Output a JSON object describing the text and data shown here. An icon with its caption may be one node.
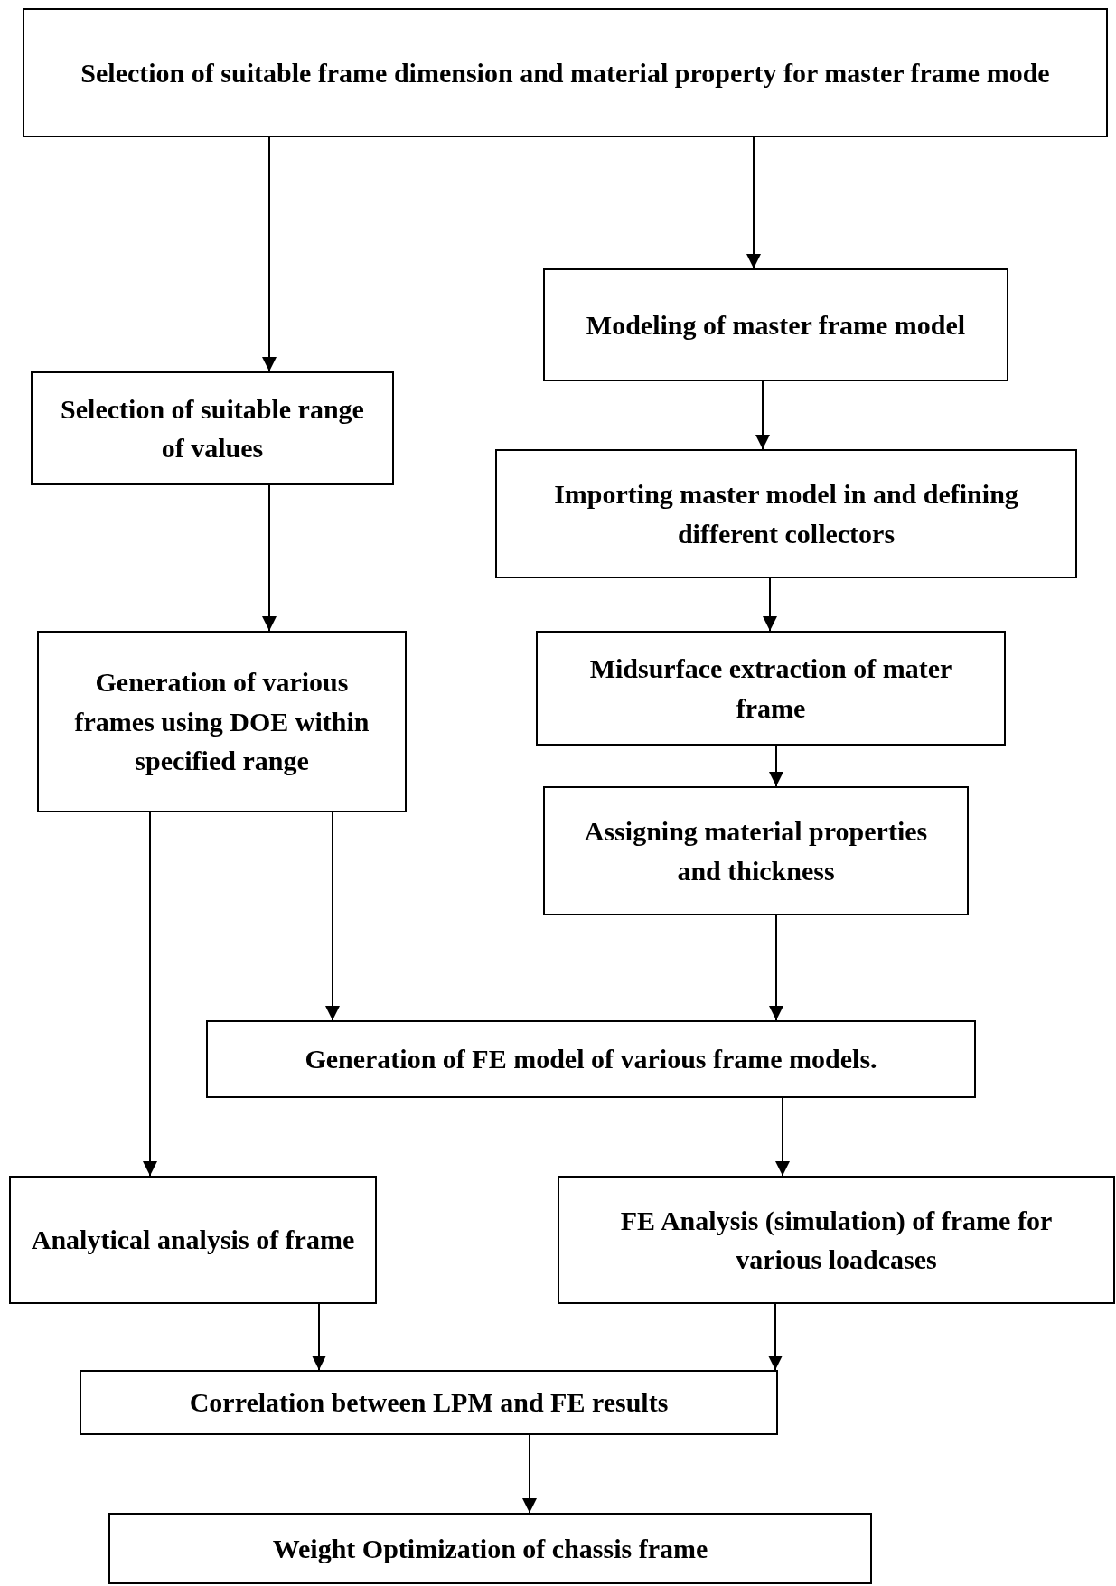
{
  "diagram": {
    "nodes": [
      {
        "text": [
          "Selection of suitable frame dimension and material property for master frame mode"
        ]
      },
      {
        "text": [
          "Modeling of master frame model"
        ]
      },
      {
        "text": [
          "Selection of suitable range of values"
        ]
      },
      {
        "text": [
          "Importing master model in and defining different collectors"
        ]
      },
      {
        "text": [
          "Generation of various frames using DOE within specified range"
        ]
      },
      {
        "text": [
          "Midsurface extraction of mater frame"
        ]
      },
      {
        "text": [
          "Assigning material properties and thickness"
        ]
      },
      {
        "text": [
          "Generation of FE model of various frame models."
        ]
      },
      {
        "text": [
          "Analytical analysis of frame"
        ]
      },
      {
        "text": [
          "FE Analysis (simulation) of frame for various loadcases"
        ]
      },
      {
        "text": [
          "Correlation between LPM and FE results"
        ]
      },
      {
        "text": [
          "Weight Optimization of chassis frame"
        ]
      }
    ],
    "edges": [
      {
        "from": 0,
        "to": 2,
        "arrow": "to"
      },
      {
        "from": 0,
        "to": 1,
        "arrow": "to"
      },
      {
        "from": 1,
        "to": 3,
        "arrow": "to"
      },
      {
        "from": 2,
        "to": 4,
        "arrow": "to"
      },
      {
        "from": 3,
        "to": 5,
        "arrow": "to"
      },
      {
        "from": 5,
        "to": 6,
        "arrow": "to"
      },
      {
        "from": 4,
        "to": 7,
        "arrow": "to"
      },
      {
        "from": 6,
        "to": 7,
        "arrow": "to"
      },
      {
        "from": 4,
        "to": 8,
        "arrow": "to"
      },
      {
        "from": 7,
        "to": 9,
        "arrow": "to"
      },
      {
        "from": 8,
        "to": 10,
        "arrow": "to"
      },
      {
        "from": 9,
        "to": 10,
        "arrow": "to"
      },
      {
        "from": 10,
        "to": 11,
        "arrow": "to"
      }
    ]
  }
}
